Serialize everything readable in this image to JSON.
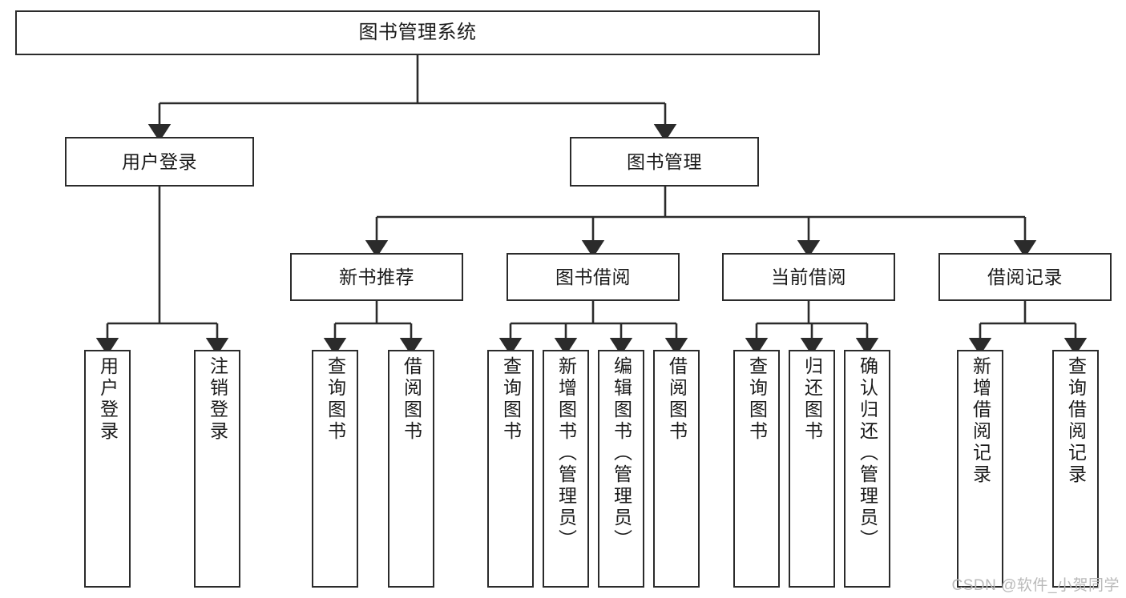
{
  "diagram": {
    "title": "图书管理系统",
    "type": "hierarchy-tree",
    "root": {
      "label": "图书管理系统"
    },
    "level2": [
      {
        "label": "用户登录"
      },
      {
        "label": "图书管理"
      }
    ],
    "level3": [
      {
        "label": "新书推荐"
      },
      {
        "label": "图书借阅"
      },
      {
        "label": "当前借阅"
      },
      {
        "label": "借阅记录"
      }
    ],
    "leaves": {
      "user_login": [
        {
          "label": "用户登录"
        },
        {
          "label": "注销登录"
        }
      ],
      "new_book_recommend": [
        {
          "label": "查询图书"
        },
        {
          "label": "借阅图书"
        }
      ],
      "book_borrow": [
        {
          "label": "查询图书"
        },
        {
          "label": "新增图书（管理员）"
        },
        {
          "label": "编辑图书（管理员）"
        },
        {
          "label": "借阅图书"
        }
      ],
      "current_borrow": [
        {
          "label": "查询图书"
        },
        {
          "label": "归还图书"
        },
        {
          "label": "确认归还（管理员）"
        }
      ],
      "borrow_record": [
        {
          "label": "新增借阅记录"
        },
        {
          "label": "查询借阅记录"
        }
      ]
    }
  },
  "watermark": {
    "text": "CSDN @软件_小贺同学"
  },
  "colors": {
    "box_border": "#2b2b2b",
    "box_fill": "#ffffff",
    "edge": "#2b2b2b",
    "text": "#1b1b1b",
    "watermark": "#b9b9b9"
  }
}
